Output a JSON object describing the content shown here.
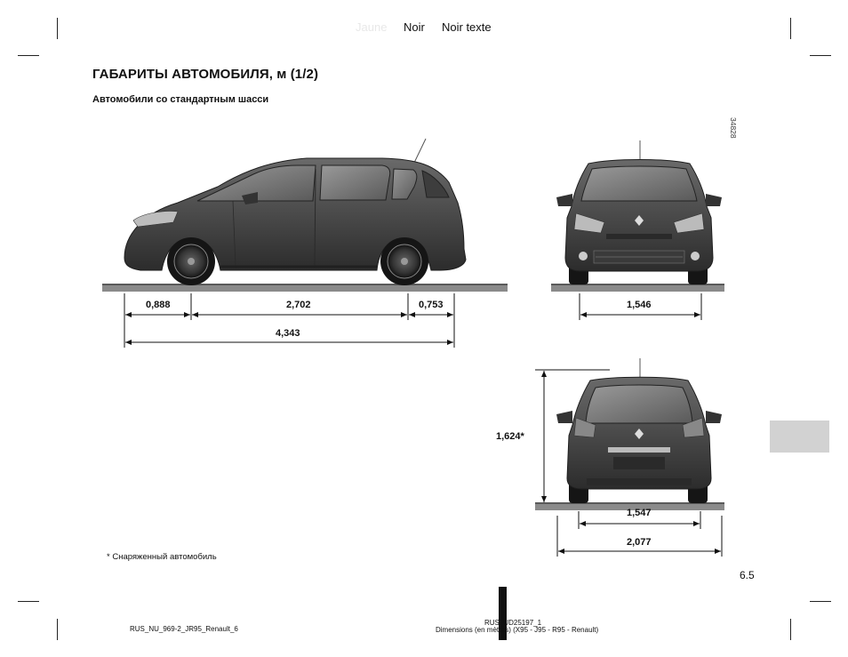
{
  "header": {
    "jaune": "Jaune",
    "noir": "Noir",
    "noir_texte": "Noir texte"
  },
  "page": {
    "title": "ГАБАРИТЫ АВТОМОБИЛЯ, м (1/2)",
    "subtitle": "Автомобили со стандартным шасси",
    "figure_ref": "34828",
    "footnote": "* Снаряженный автомобиль",
    "page_number": "6.5"
  },
  "dimensions": {
    "front_overhang": "0,888",
    "wheelbase": "2,702",
    "rear_overhang": "0,753",
    "length": "4,343",
    "front_track": "1,546",
    "height": "1,624*",
    "rear_track": "1,547",
    "width": "2,077"
  },
  "footer": {
    "left": "RUS_NU_969-2_JR95_Renault_6",
    "center_line1": "RUS_UD25197_1",
    "center_line2": "Dimensions (en mètres) (X95 - J95 - R95 - Renault)"
  },
  "colors": {
    "car_body": "#4a4a4a",
    "car_dark": "#2a2a2a",
    "ground": "#8a8a8a",
    "tab": "#d2d2d2"
  }
}
